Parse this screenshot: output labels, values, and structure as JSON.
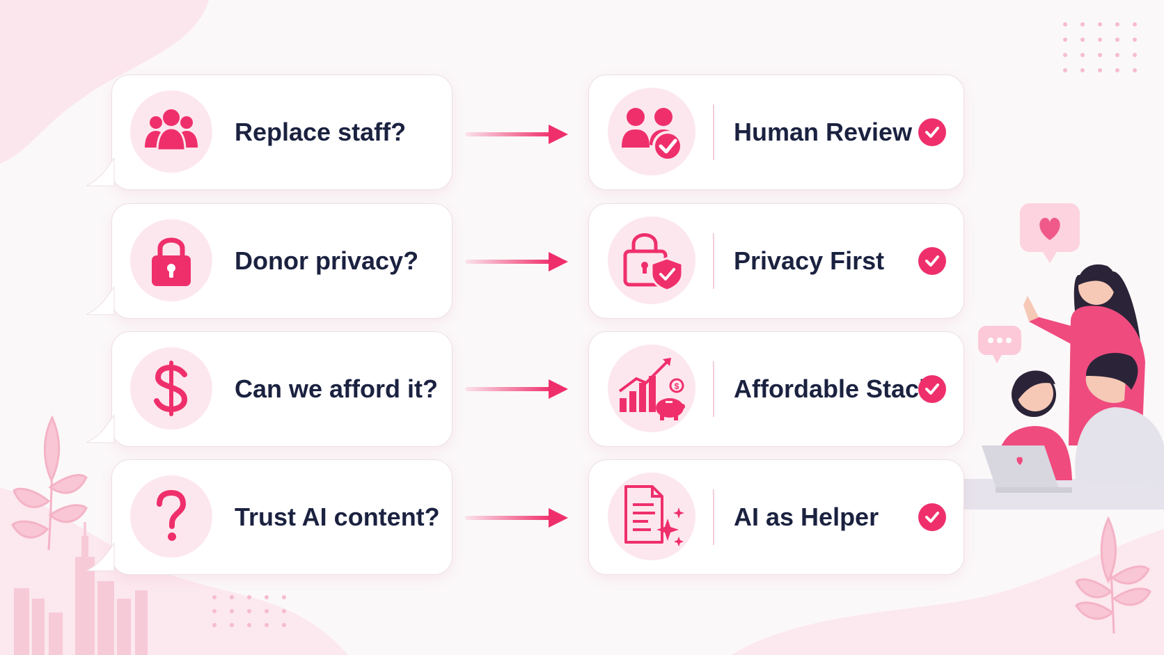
{
  "colors": {
    "accent": "#ef2f6c",
    "soft_pink": "#fde7ee",
    "text": "#1b2240",
    "background": "#fbf8f9"
  },
  "rows": [
    {
      "question": "Replace staff?",
      "question_icon": "group-icon",
      "answer": "Human Review",
      "answer_icon": "users-check-icon",
      "status_icon": "check-icon"
    },
    {
      "question": "Donor privacy?",
      "question_icon": "padlock-icon",
      "answer": "Privacy First",
      "answer_icon": "lock-shield-icon",
      "status_icon": "check-icon"
    },
    {
      "question": "Can we afford it?",
      "question_icon": "dollar-icon",
      "answer": "Affordable Stack",
      "answer_icon": "growth-chart-piggy-bank-icon",
      "status_icon": "check-icon"
    },
    {
      "question": "Trust AI content?",
      "question_icon": "question-mark-icon",
      "answer": "AI as Helper",
      "answer_icon": "document-sparkle-icon",
      "status_icon": "check-icon"
    }
  ]
}
